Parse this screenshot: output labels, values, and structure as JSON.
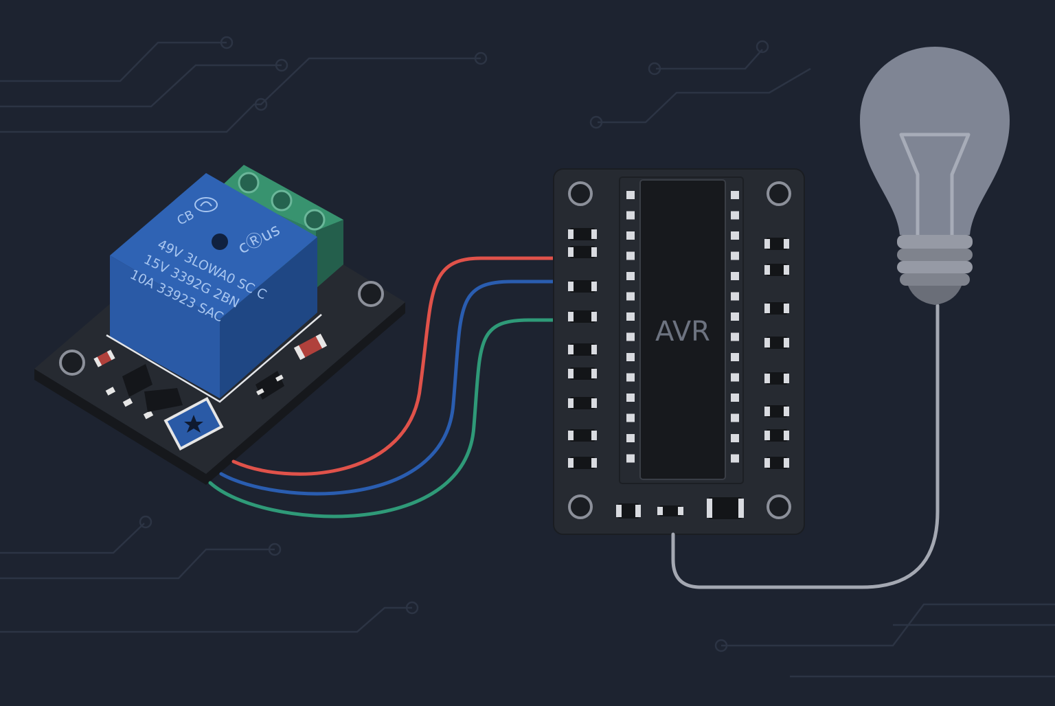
{
  "colors": {
    "background": "#1d2330",
    "trace": "#2c3444",
    "board": "#262a31",
    "board_edge": "#1a1d22",
    "relay_blue": "#2f63b4",
    "relay_blue_dark": "#244f93",
    "relay_blue_side": "#1f4784",
    "terminal_green": "#2e7d63",
    "wire_red": "#e0524a",
    "wire_blue": "#2a5db0",
    "wire_green": "#2f9a78",
    "bulb_glass": "#7f8594",
    "bulb_filament": "#9aa0ad",
    "cord": "#a4a8b2",
    "chip_label": "#6d7380"
  },
  "relay_module": {
    "name": "relay-module",
    "cube_text_lines": [
      "49V 3LOWA0 SC C",
      "15V 3392G 2BN",
      "10A 33923 SAC"
    ],
    "cube_logo_text": "CB",
    "cert_mark": "cⓇus",
    "icons": [
      "relay-logo-icon",
      "ul-certification-icon",
      "potentiometer-icon"
    ]
  },
  "microcontroller": {
    "chip_label": "AVR",
    "pin_count_per_side": 14
  },
  "wires": [
    {
      "name": "signal-wire-red",
      "color_key": "wire_red"
    },
    {
      "name": "signal-wire-blue",
      "color_key": "wire_blue"
    },
    {
      "name": "signal-wire-green",
      "color_key": "wire_green"
    }
  ],
  "bulb": {
    "name": "light-bulb",
    "icon": "light-bulb-icon"
  }
}
